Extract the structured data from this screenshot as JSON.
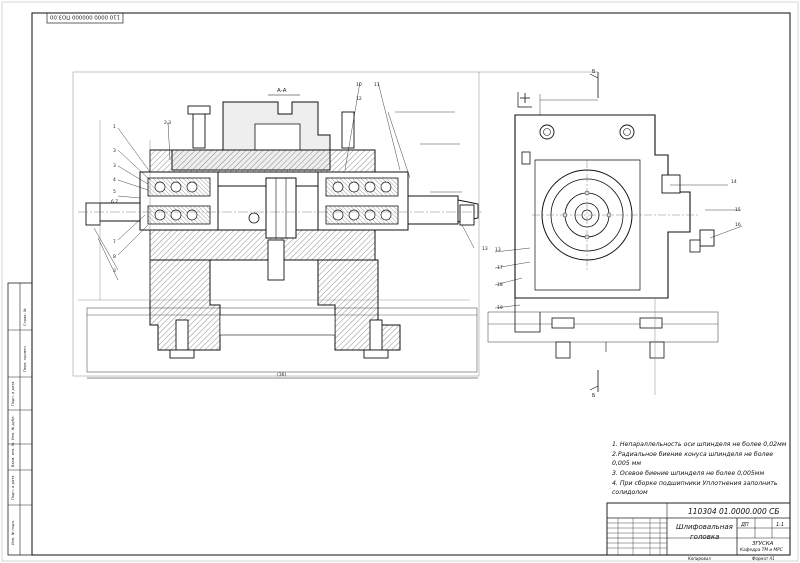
{
  "corner_stamp": "110 0000 000000 ПОЗ.00",
  "section_marks": {
    "view_title": "А-А",
    "cut_top": "Б",
    "cut_bottom": "Б"
  },
  "left_callouts": [
    "1",
    "3",
    "3",
    "4",
    "5",
    "6,7",
    "7",
    "8",
    "3"
  ],
  "top_callouts": [
    "2,3",
    "10",
    "11",
    "12"
  ],
  "right_callouts": [
    "13",
    "13",
    "14",
    "15",
    "16",
    "17",
    "18",
    "19"
  ],
  "dimension_overall": "(36)",
  "notes": [
    "1. Непараллельность оси шпинделя не более 0,02мм",
    "2.Радиальное биение конуса шпинделя не более",
    "0,005 мм",
    "3. Осевое биение шпинделя не более 0,005мм",
    "4. При сборке подшипники Уплотнения заполнить",
    "солидолом"
  ],
  "title_block": {
    "designation": "110304 01.0000.000 СБ",
    "name_line1": "Шлифовальная",
    "name_line2": "головка",
    "stage": "ДП",
    "scale": "1:1",
    "org_line1": "ЗГУСКА",
    "org_line2": "Кафедра ТМ и МРС",
    "copied": "Копировал",
    "format": "Формат A1"
  },
  "side_frame_labels": [
    "Инв. № подл.",
    "Подп. и дата",
    "Взам. инв. №",
    "Инв. № дубл.",
    "Подп. и дата",
    "Справ. №",
    "Перв. примен."
  ]
}
